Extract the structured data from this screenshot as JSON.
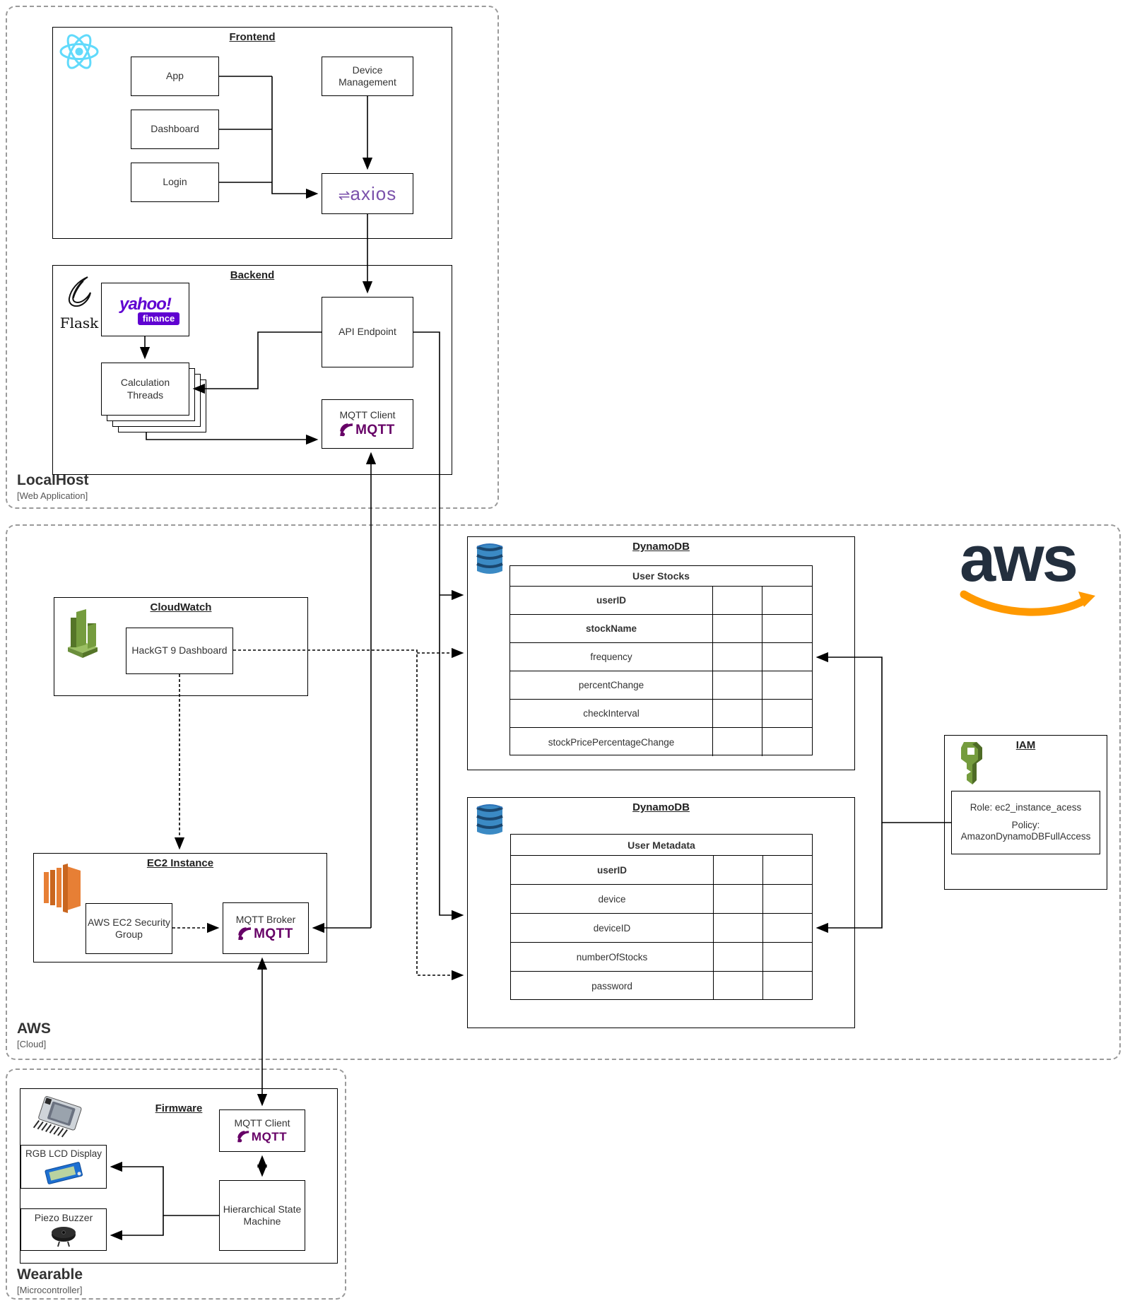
{
  "localhost": {
    "label": "LocalHost",
    "sublabel": "[Web Application]",
    "frontend": {
      "title": "Frontend",
      "app": "App",
      "dashboard": "Dashboard",
      "login": "Login",
      "device_management": "Device Management",
      "axios_label": "axios",
      "react_icon": "react-logo"
    },
    "backend": {
      "title": "Backend",
      "flask": "Flask",
      "yahoo_line1": "yahoo!",
      "yahoo_line2": "finance",
      "calc_threads": "Calculation Threads",
      "api_endpoint": "API Endpoint",
      "mqtt_client": "MQTT Client",
      "mqtt_logo": "MQTT"
    }
  },
  "aws": {
    "label": "AWS",
    "sublabel": "[Cloud]",
    "logo_text": "aws",
    "accent_orange": "#FF9900",
    "accent_navy": "#232F3E",
    "cloudwatch": {
      "title": "CloudWatch",
      "dashboard": "HackGT 9 Dashboard"
    },
    "ec2": {
      "title": "EC2 Instance",
      "security_group": "AWS EC2 Security Group",
      "broker": "MQTT Broker",
      "mqtt_logo": "MQTT"
    },
    "dynamodb_stocks": {
      "title": "DynamoDB",
      "table_title": "User Stocks",
      "rows": [
        "userID",
        "stockName",
        "frequency",
        "percentChange",
        "checkInterval",
        "stockPricePercentageChange"
      ]
    },
    "dynamodb_metadata": {
      "title": "DynamoDB",
      "table_title": "User Metadata",
      "rows": [
        "userID",
        "device",
        "deviceID",
        "numberOfStocks",
        "password"
      ]
    },
    "iam": {
      "title": "IAM",
      "role": "Role: ec2_instance_acess",
      "policy": "Policy: AmazonDynamoDBFullAccess"
    }
  },
  "wearable": {
    "label": "Wearable",
    "sublabel": "[Microcontroller]",
    "firmware": {
      "title": "Firmware",
      "mqtt_client": "MQTT Client",
      "mqtt_logo": "MQTT",
      "lcd": "RGB LCD Display",
      "buzzer": "Piezo Buzzer",
      "hsm": "Hierarchical State Machine"
    }
  }
}
